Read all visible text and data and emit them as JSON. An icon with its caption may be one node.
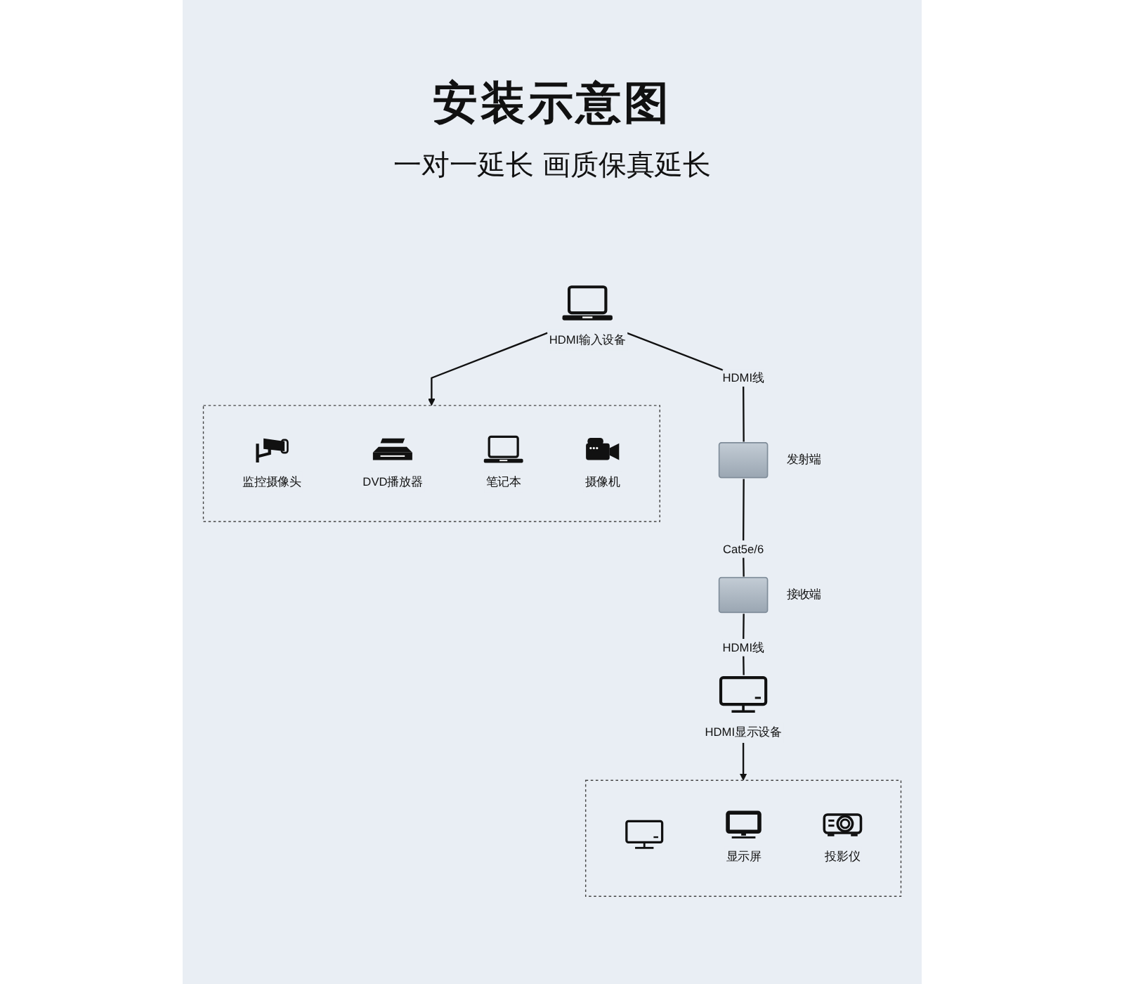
{
  "diagram": {
    "title": "安装示意图",
    "nodes": [
      {
        "text": [
          "HDMI输入设备"
        ]
      },
      {
        "text": [],
        "shape": "box",
        "beside": [
          "发射端"
        ]
      },
      {
        "text": [],
        "shape": "box",
        "beside": [
          "接收端"
        ]
      },
      {
        "text": [
          "HDMI显示设备"
        ]
      },
      {
        "text": [],
        "shape": "box"
      },
      {
        "text": [
          "监控摄像头"
        ],
        "in": 4
      },
      {
        "text": [
          "DVD播放器"
        ],
        "in": 4
      },
      {
        "text": [
          "笔记本"
        ],
        "in": 4
      },
      {
        "text": [
          "摄像机"
        ],
        "in": 4
      },
      {
        "text": [],
        "shape": "box"
      },
      {
        "text": [],
        "shape": "picture",
        "in": 9
      },
      {
        "text": [
          "显示屏"
        ],
        "in": 9
      },
      {
        "text": [
          "投影仪"
        ],
        "in": 9
      }
    ],
    "edges": [
      {
        "from": 0,
        "to": 1,
        "arrow": "none",
        "label": "HDMI线"
      },
      {
        "from": 1,
        "to": 2,
        "arrow": "none",
        "label": "Cat5e/6"
      },
      {
        "from": 2,
        "to": 3,
        "arrow": "none",
        "label": "HDMI线"
      },
      {
        "from": 0,
        "to": 4,
        "arrow": "to"
      },
      {
        "from": 3,
        "to": 9,
        "arrow": "to"
      }
    ],
    "labels": [
      "一对一延长 画质保真延长"
    ]
  }
}
